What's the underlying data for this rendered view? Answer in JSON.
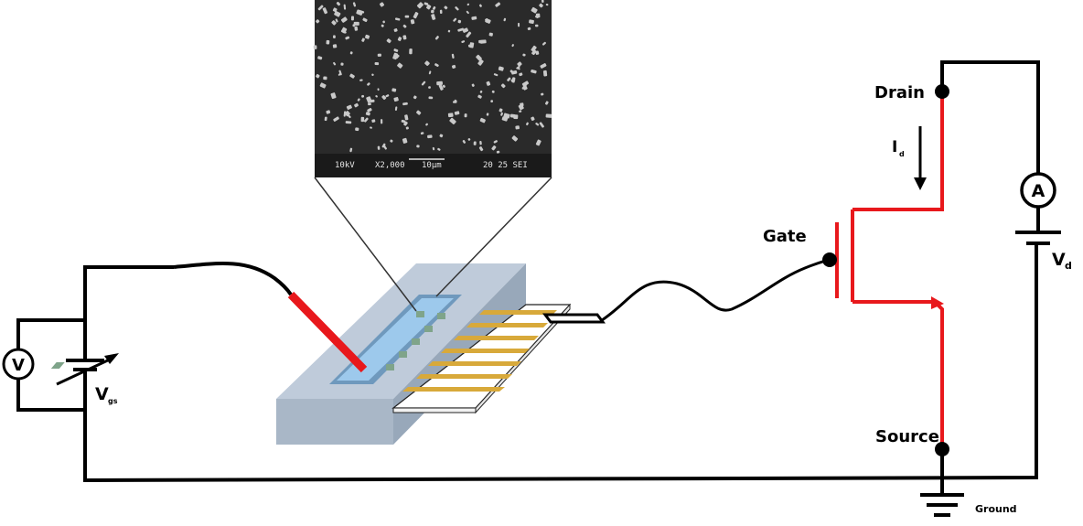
{
  "labels": {
    "drain": "Drain",
    "gate": "Gate",
    "source": "Source",
    "ground": "Ground",
    "id_main": "I",
    "id_sub": "d",
    "vd_main": "V",
    "vd_sub": "d",
    "vgs_main": "V",
    "vgs_sub": "gs",
    "voltmeter": "V",
    "ammeter": "A"
  },
  "sem_image": {
    "info_left": "10kV",
    "info_mag": "X2,000",
    "info_scale": "10μm",
    "info_right": "20 25 SEI"
  },
  "colors": {
    "wire": "#000000",
    "fet_channel": "#e8181c",
    "electrode": "#d8a93a",
    "chip": "#b7c6d6",
    "channel": "#8fc4ea",
    "sem_bg": "#2a2a2a"
  }
}
